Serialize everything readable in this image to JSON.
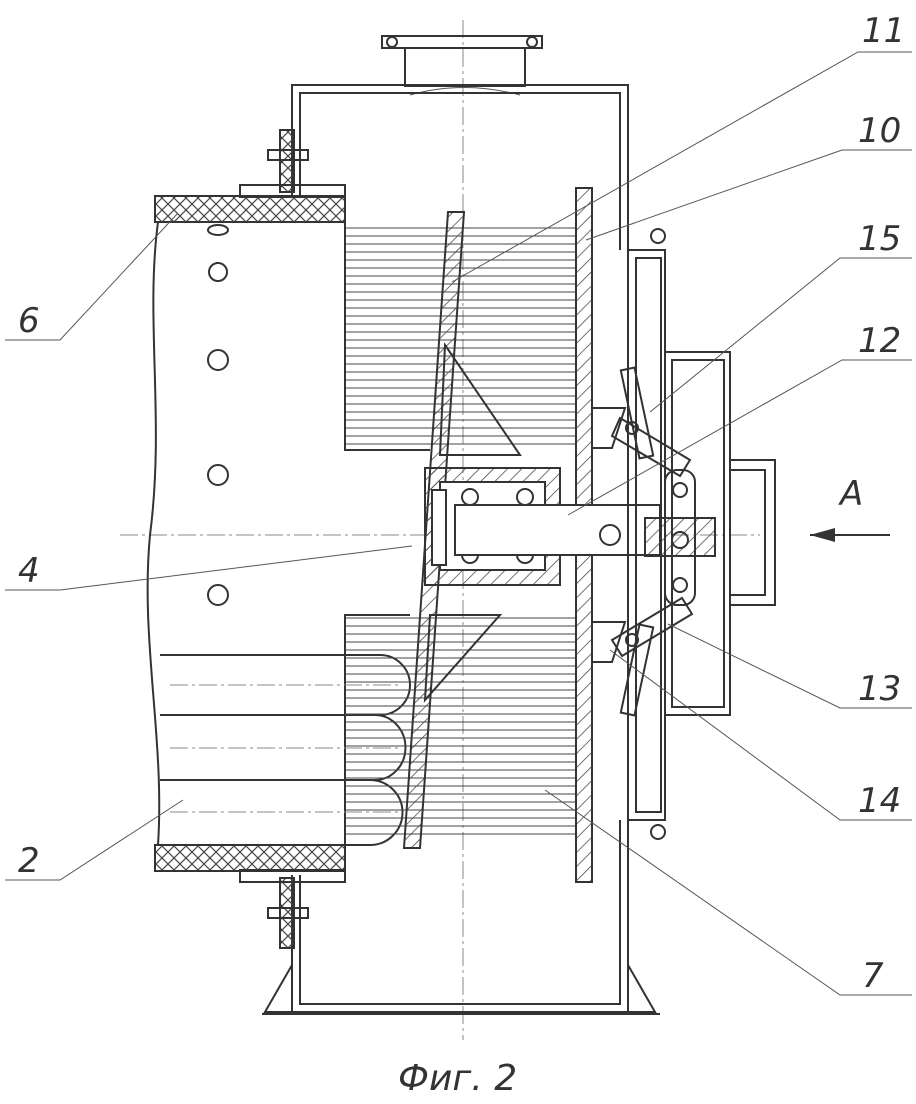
{
  "figure": {
    "caption": "Фиг. 2",
    "view_marker": "A",
    "labels": {
      "l11": "11",
      "l10": "10",
      "l15": "15",
      "l12": "12",
      "l6": "6",
      "l4": "4",
      "l13": "13",
      "l14": "14",
      "l2": "2",
      "l7": "7"
    }
  }
}
